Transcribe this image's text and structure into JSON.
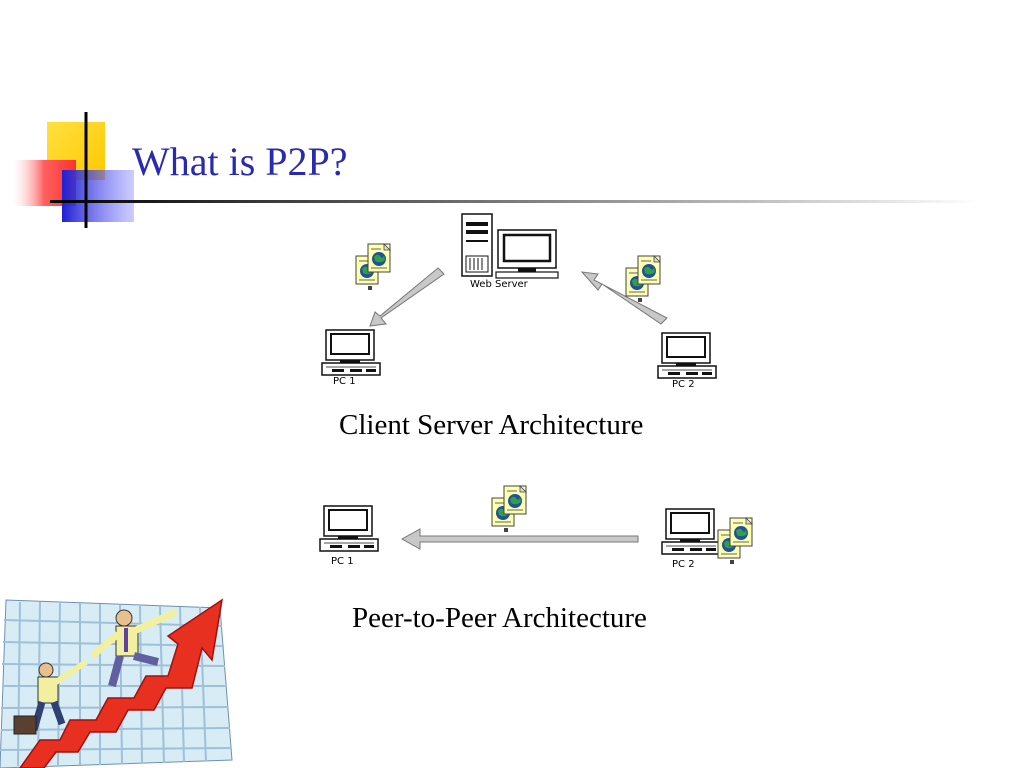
{
  "slide": {
    "title": "What is P2P?"
  },
  "client_server": {
    "server_label": "Web Server",
    "pc1_label": "PC 1",
    "pc2_label": "PC 2",
    "caption": "Client Server Architecture"
  },
  "peer_to_peer": {
    "pc1_label": "PC 1",
    "pc2_label": "PC 2",
    "caption": "Peer-to-Peer Architecture"
  },
  "colors": {
    "title": "#2a2ab0",
    "accent_yellow": "#ffd000",
    "accent_red": "#ff4040",
    "accent_blue": "#2a2ad8"
  }
}
